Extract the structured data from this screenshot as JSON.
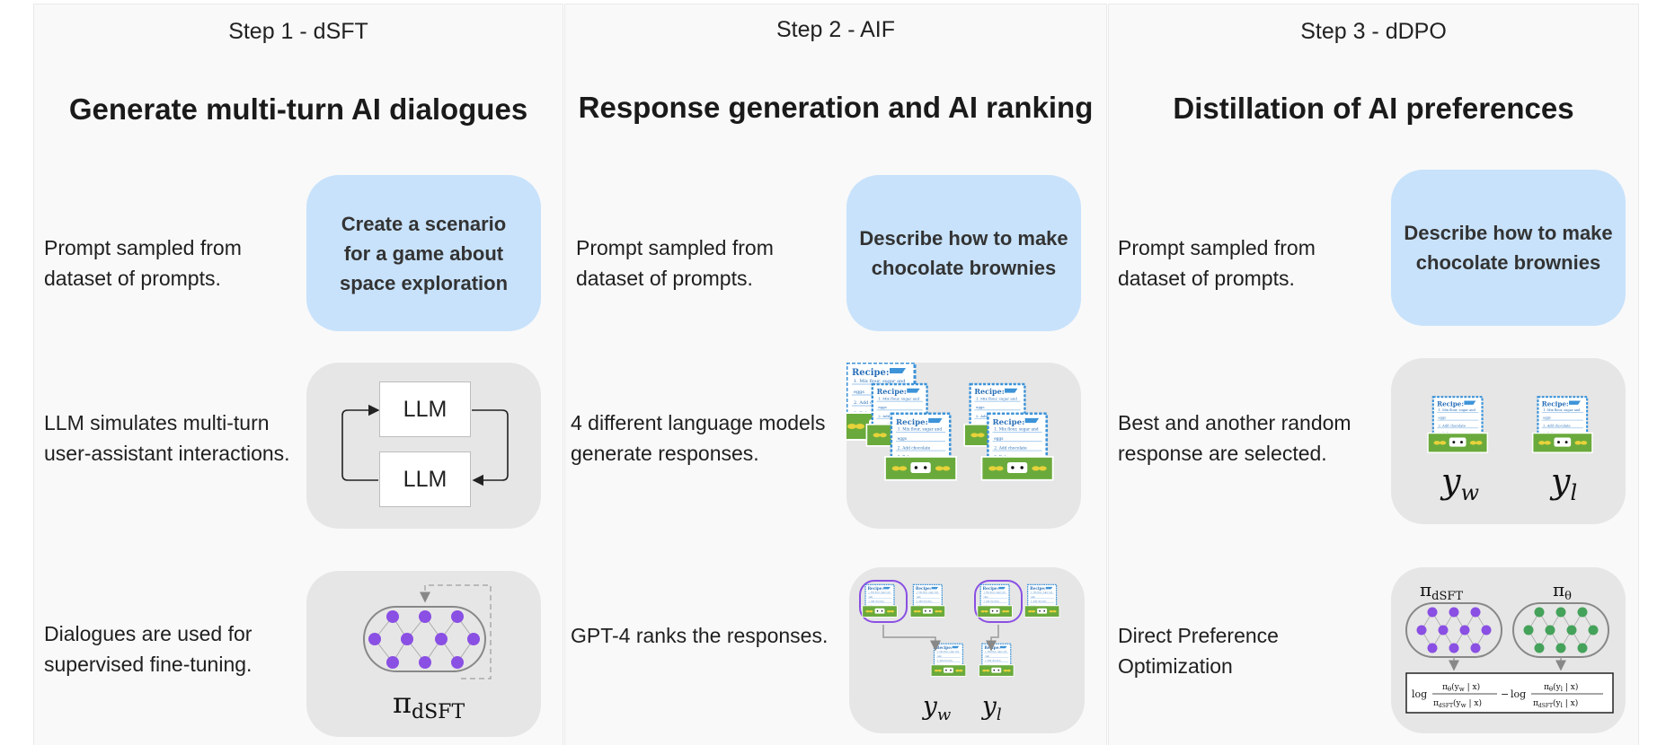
{
  "colors": {
    "prompt_bg": "#c8e2fb",
    "card_bg": "#e6e6e6",
    "neuron_purple": "#8a4fe3",
    "neuron_green": "#45a25a",
    "recipe_blue": "#3d93d8",
    "box_green": "#6aaa3c"
  },
  "columns": [
    {
      "step": "Step 1 - dSFT",
      "heading": "Generate multi-turn AI dialogues",
      "rows": [
        {
          "text": "Prompt sampled from\ndataset of prompts.",
          "prompt": "Create a scenario\nfor a game about\nspace exploration"
        },
        {
          "text": "LLM simulates multi-turn\nuser-assistant interactions.",
          "llm_top": "LLM",
          "llm_bottom": "LLM"
        },
        {
          "text": "Dialogues are used for\nsupervised fine-tuning.",
          "policy": "πdSFT",
          "policy_sym": "π",
          "policy_sub": "dSFT"
        }
      ]
    },
    {
      "step": "Step 2 - AIF",
      "heading": "Response generation and AI ranking",
      "rows": [
        {
          "text": "Prompt sampled from\ndataset of prompts.",
          "prompt": "Describe how to make\nchocolate brownies"
        },
        {
          "text": "4 different language models\ngenerate responses.",
          "icon": "recipe-boxes-icon"
        },
        {
          "text": "GPT-4 ranks the responses.",
          "yw": "y",
          "yw_sub": "w",
          "yl": "y",
          "yl_sub": "l"
        }
      ]
    },
    {
      "step": "Step 3 - dDPO",
      "heading": "Distillation of AI preferences",
      "rows": [
        {
          "text": "Prompt sampled from\ndataset of prompts.",
          "prompt": "Describe how to make\nchocolate brownies"
        },
        {
          "text": "Best and another random\nresponse are selected.",
          "yw": "y",
          "yw_sub": "w",
          "yl": "y",
          "yl_sub": "l"
        },
        {
          "text": "Direct Preference\nOptimization",
          "pi_dsft": "π",
          "pi_dsft_sub": "dSFT",
          "pi_theta": "π",
          "pi_theta_sub": "θ",
          "log": "log",
          "minus": "−"
        }
      ]
    }
  ],
  "recipe": {
    "title": "Recipe:",
    "lines_a": [
      "1. Mix flour, sugar and",
      "eggs",
      "2. Add chocolate",
      "3. Bake"
    ],
    "lines_b": [
      "1. Melt chocolate and",
      "butter",
      "2. Mix dry ingredients",
      "3. ..."
    ]
  }
}
